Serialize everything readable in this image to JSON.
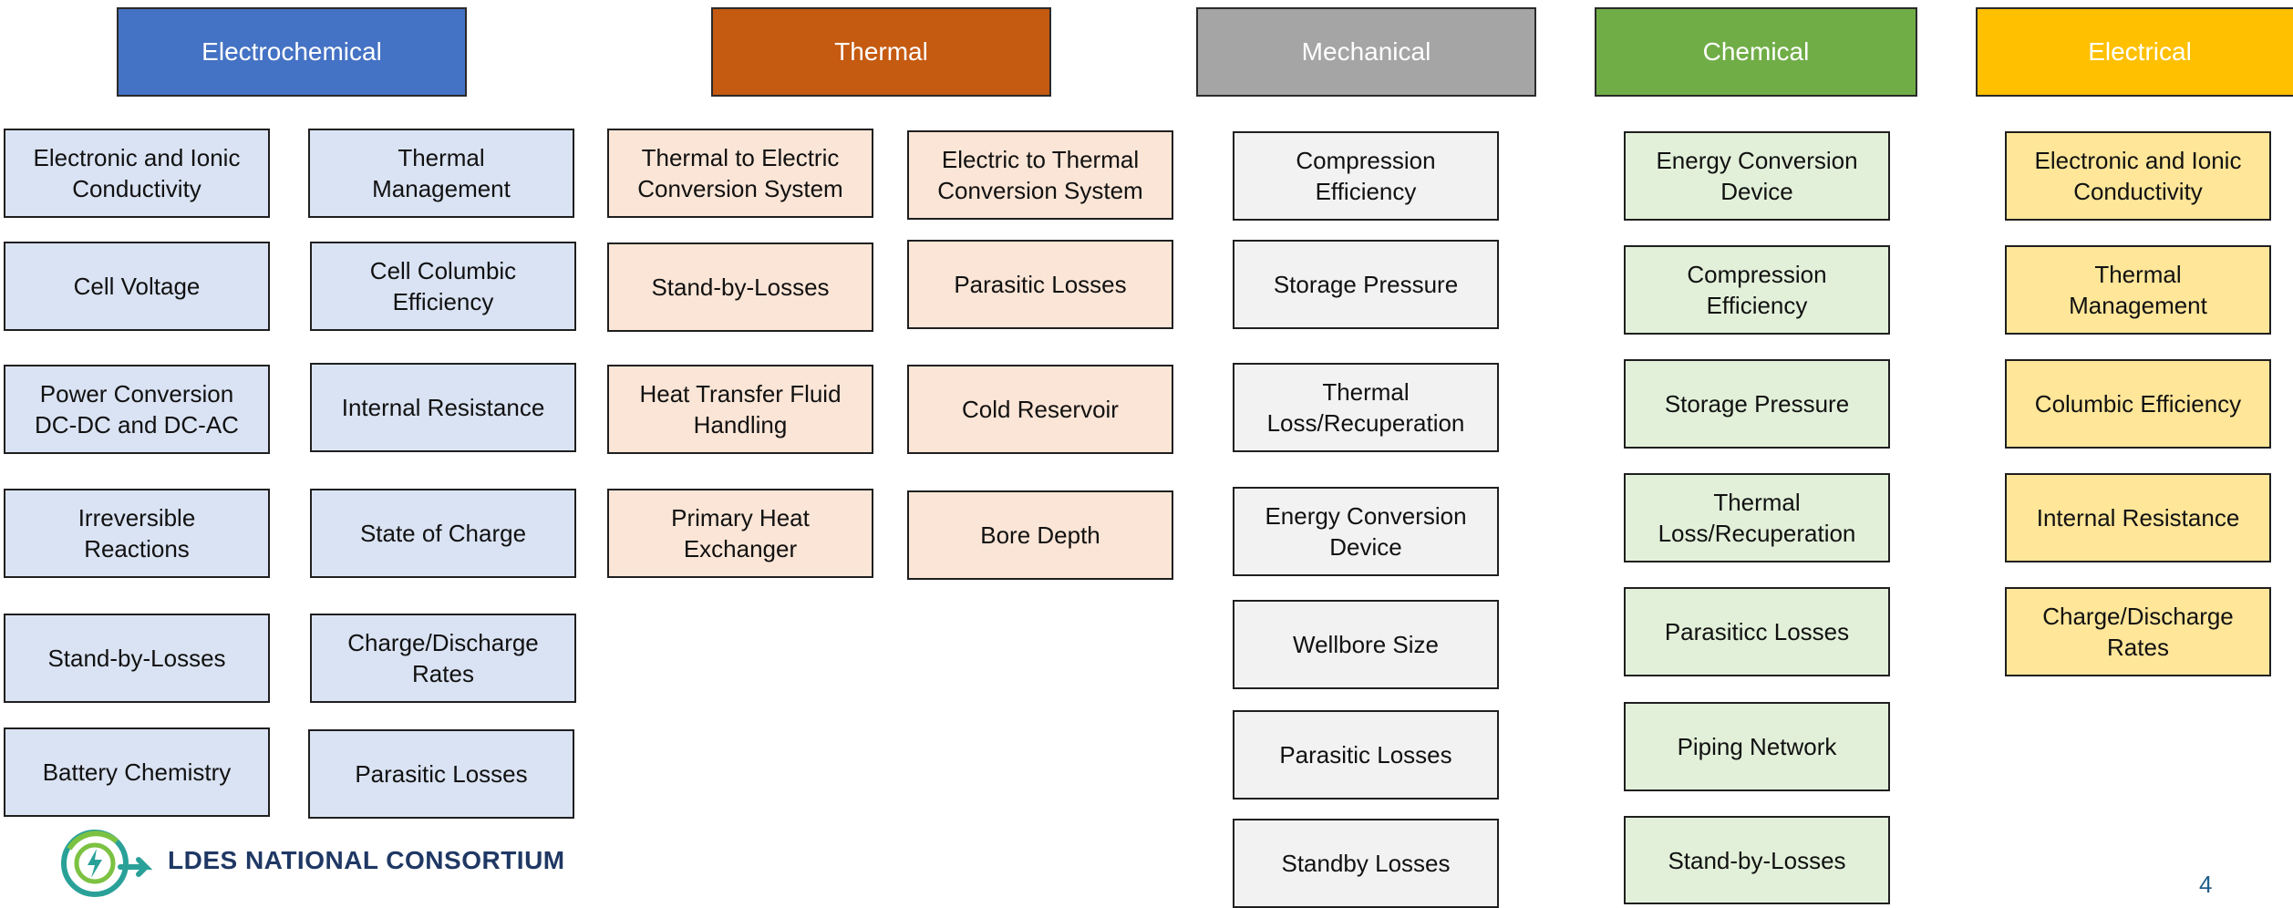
{
  "categories": [
    {
      "header": "Electrochemical",
      "columns": [
        [
          "Electronic and Ionic\nConductivity",
          "Cell Voltage",
          "Power Conversion\nDC-DC and DC-AC",
          "Irreversible\nReactions",
          "Stand-by-Losses",
          "Battery Chemistry"
        ],
        [
          "Thermal\nManagement",
          "Cell Columbic\nEfficiency",
          "Internal Resistance",
          "State of Charge",
          "Charge/Discharge\nRates",
          "Parasitic Losses"
        ]
      ]
    },
    {
      "header": "Thermal",
      "columns": [
        [
          "Thermal to Electric\nConversion System",
          "Stand-by-Losses",
          "Heat Transfer Fluid\nHandling",
          "Primary Heat\nExchanger"
        ],
        [
          "Electric to Thermal\nConversion System",
          "Parasitic Losses",
          "Cold Reservoir",
          "Bore Depth"
        ]
      ]
    },
    {
      "header": "Mechanical",
      "columns": [
        [
          "Compression\nEfficiency",
          "Storage Pressure",
          "Thermal\nLoss/Recuperation",
          "Energy Conversion\nDevice",
          "Wellbore Size",
          "Parasitic Losses",
          "Standby Losses"
        ]
      ]
    },
    {
      "header": "Chemical",
      "columns": [
        [
          "Energy Conversion\nDevice",
          "Compression\nEfficiency",
          "Storage Pressure",
          "Thermal\nLoss/Recuperation",
          "Parasiticc Losses",
          "Piping Network",
          "Stand-by-Losses"
        ]
      ]
    },
    {
      "header": "Electrical",
      "columns": [
        [
          "Electronic and Ionic\nConductivity",
          "Thermal\nManagement",
          "Columbic Efficiency",
          "Internal Resistance",
          "Charge/Discharge\nRates"
        ]
      ]
    }
  ],
  "logo_text": "LDES NATIONAL CONSORTIUM",
  "page_number": "4",
  "colors": {
    "electrochemical": "#4472c4",
    "thermal": "#c55a11",
    "mechanical": "#a5a5a5",
    "chemical": "#70ad47",
    "electrical": "#ffc000"
  }
}
